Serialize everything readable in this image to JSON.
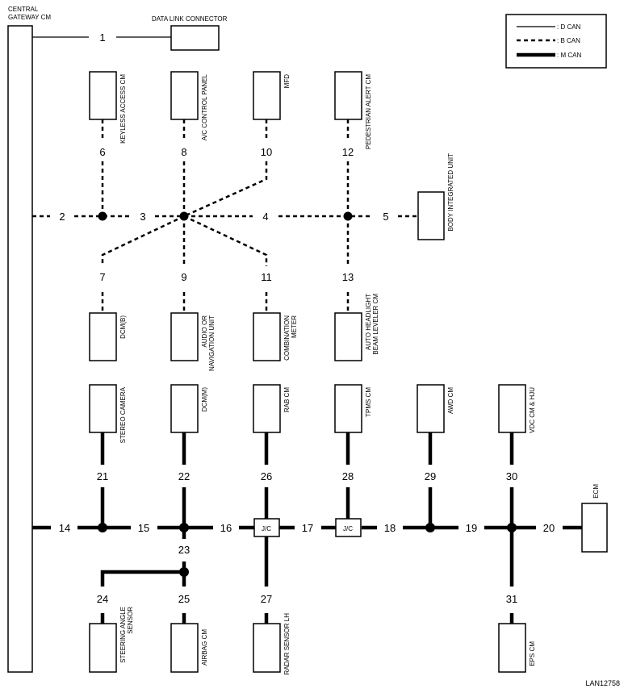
{
  "gateway_label": [
    "CENTRAL",
    "GATEWAY CM"
  ],
  "diagram_code": "LAN12758",
  "legend": [
    {
      "style": "D",
      "label": ": D CAN"
    },
    {
      "style": "B",
      "label": ": B CAN"
    },
    {
      "style": "M",
      "label": ": M CAN"
    }
  ],
  "junction_label": "J/C",
  "components": {
    "dlc": "DATA LINK CONNECTOR",
    "keyless": "KEYLESS ACCESS CM",
    "ac_panel": "A/C CONTROL PANEL",
    "mfd": "MFD",
    "pedestrian": "PEDESTRIAN ALERT CM",
    "body_unit": "BODY INTEGRATED UNIT",
    "dcm_b": "DCM(B)",
    "audio": [
      "AUDIO OR",
      "NAVIGATION UNIT"
    ],
    "combination": [
      "COMBINATION",
      "METER"
    ],
    "headlight": [
      "AUTO HEADLIGHT",
      "BEAM LEVELER CM"
    ],
    "stereo": "STEREO CAMERA",
    "dcm_m": "DCM(M)",
    "rab": "RAB CM",
    "tpms": "TPMS CM",
    "awd": "AWD CM",
    "vdc": "VDC CM & HJU",
    "ecm": "ECM",
    "steering": [
      "STEERING ANGLE",
      "SENSOR"
    ],
    "airbag": "AIRBAG CM",
    "radar": "RADAR SENSOR LH",
    "eps": "EPS CM"
  },
  "line_numbers": {
    "n1": "1",
    "n2": "2",
    "n3": "3",
    "n4": "4",
    "n5": "5",
    "n6": "6",
    "n7": "7",
    "n8": "8",
    "n9": "9",
    "n10": "10",
    "n11": "11",
    "n12": "12",
    "n13": "13",
    "n14": "14",
    "n15": "15",
    "n16": "16",
    "n17": "17",
    "n18": "18",
    "n19": "19",
    "n20": "20",
    "n21": "21",
    "n22": "22",
    "n23": "23",
    "n24": "24",
    "n25": "25",
    "n26": "26",
    "n27": "27",
    "n28": "28",
    "n29": "29",
    "n30": "30",
    "n31": "31"
  }
}
